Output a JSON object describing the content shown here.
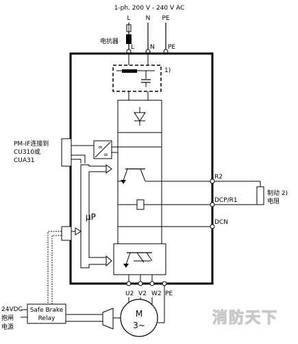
{
  "supply": {
    "title": "1-ph. 200 V - 240 V AC",
    "terminals_top": [
      "L",
      "N",
      "PE"
    ],
    "terminals_inner": [
      "L",
      "N",
      "PE"
    ],
    "reactor_label": "电抗器"
  },
  "filter_note": "1)",
  "pm_if_label": [
    "PM-IF连接到",
    "CU310或",
    "CUA31"
  ],
  "micro_label": "μP",
  "right_terminals": [
    "R2",
    "DCP/R1",
    "DCN"
  ],
  "brake_resistor_label": [
    "制动 2)",
    "电阻"
  ],
  "output_terminals": [
    "U2",
    "V2",
    "W2",
    "PE"
  ],
  "motor": {
    "line1": "M",
    "line2": "3~"
  },
  "relay": {
    "line1": "Safe Brake",
    "line2": "Relay"
  },
  "supply_24v": [
    "24VDC",
    "抱闸",
    "电源"
  ],
  "watermark": "消防天下"
}
